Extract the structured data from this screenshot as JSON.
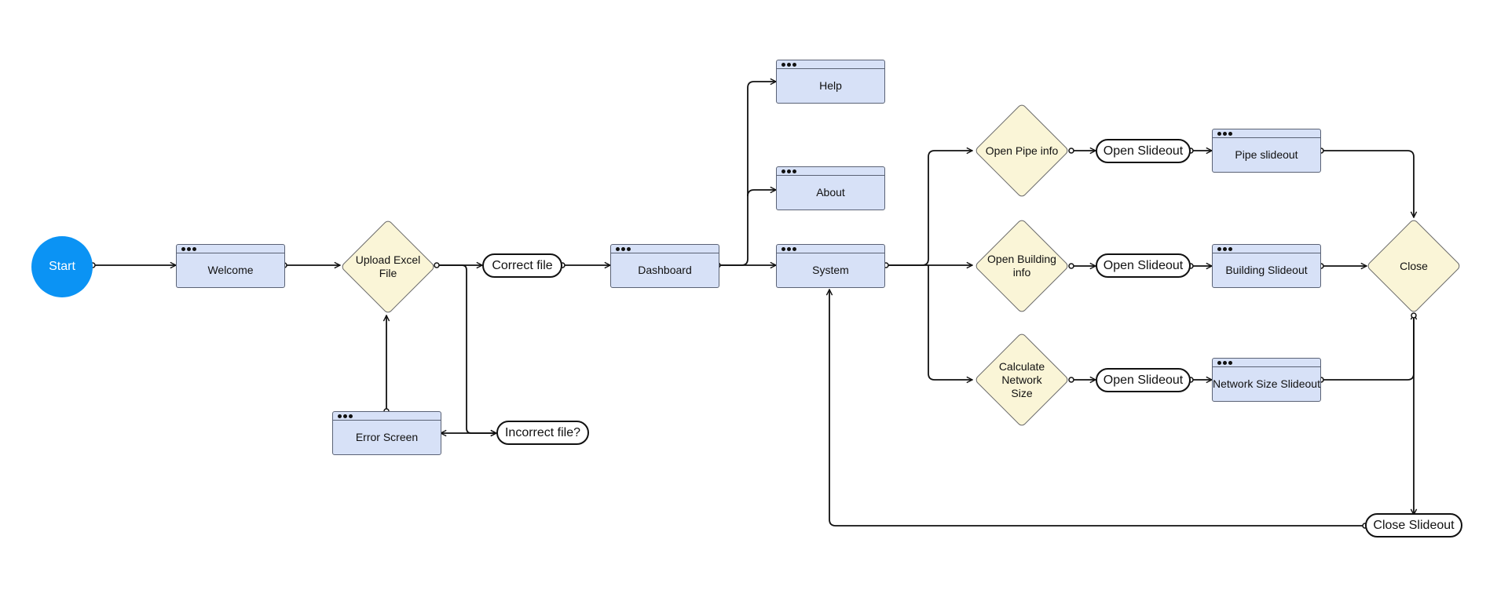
{
  "start": "Start",
  "screens": {
    "welcome": "Welcome",
    "error": "Error Screen",
    "dashboard": "Dashboard",
    "help": "Help",
    "about": "About",
    "system": "System",
    "pipe_slideout": "Pipe slideout",
    "building_slideout": "Building Slideout",
    "network_slideout": "Network Size Slideout"
  },
  "decisions": {
    "upload": "Upload Excel File",
    "open_pipe": "Open Pipe info",
    "open_building": "Open Building info",
    "calc_network": "Calculate Network Size",
    "close": "Close"
  },
  "actions": {
    "correct_file": "Correct file",
    "incorrect_file": "Incorrect file?",
    "open_slideout_1": "Open Slideout",
    "open_slideout_2": "Open Slideout",
    "open_slideout_3": "Open Slideout",
    "close_slideout": "Close Slideout"
  },
  "colors": {
    "start_fill": "#0b93f4",
    "screen_fill": "#d7e1f7",
    "decision_fill": "#faf5d7",
    "edge": "#111111"
  }
}
